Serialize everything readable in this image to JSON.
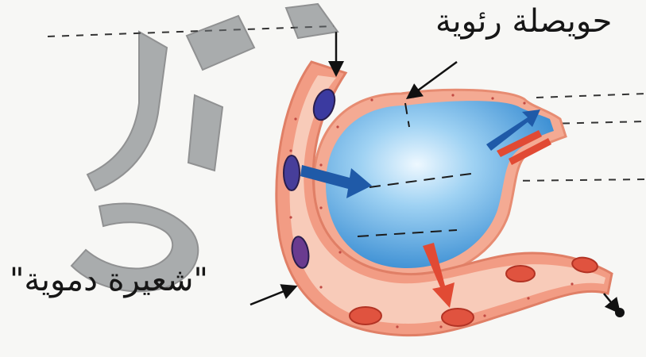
{
  "diagram": {
    "labels": {
      "alveolus": "حويصلة رئوية",
      "capillary": "\"شعيرة دموية\""
    },
    "watermark": "بعادي"
  },
  "colors": {
    "alveolus_fill": "#5bb2e8",
    "vessel_wall": "#f2a089",
    "vessel_lumen": "#f8c9b8",
    "deoxygenated_cell": "#46328a",
    "oxygenated_cell": "#e04a3a",
    "co2_arrow": "#1f5aa8",
    "o2_arrow": "#e14a34"
  }
}
